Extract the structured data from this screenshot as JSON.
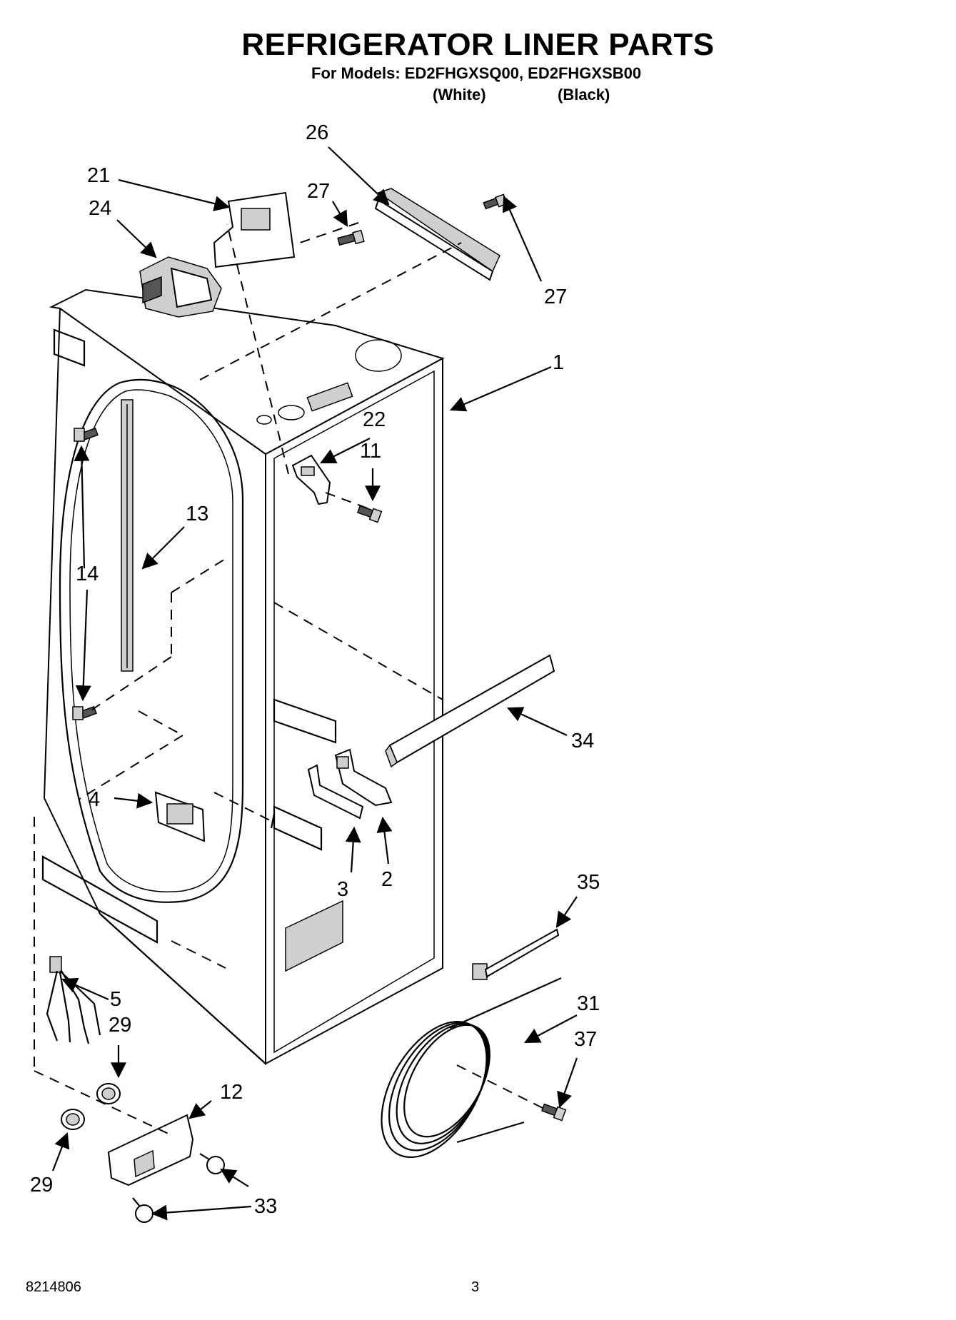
{
  "header": {
    "title": "REFRIGERATOR LINER PARTS",
    "models_line": "For Models: ED2FHGXSQ00, ED2FHGXSB00",
    "color_1": "(White)",
    "color_2": "(Black)"
  },
  "footer": {
    "doc_number": "8214806",
    "page_number": "3"
  },
  "callouts": [
    {
      "id": "c26",
      "label": "26"
    },
    {
      "id": "c21",
      "label": "21"
    },
    {
      "id": "c27a",
      "label": "27"
    },
    {
      "id": "c24",
      "label": "24"
    },
    {
      "id": "c27b",
      "label": "27"
    },
    {
      "id": "c1",
      "label": "1"
    },
    {
      "id": "c22",
      "label": "22"
    },
    {
      "id": "c11",
      "label": "11"
    },
    {
      "id": "c13",
      "label": "13"
    },
    {
      "id": "c14",
      "label": "14"
    },
    {
      "id": "c34",
      "label": "34"
    },
    {
      "id": "c4",
      "label": "4"
    },
    {
      "id": "c3",
      "label": "3"
    },
    {
      "id": "c2",
      "label": "2"
    },
    {
      "id": "c35",
      "label": "35"
    },
    {
      "id": "c5",
      "label": "5"
    },
    {
      "id": "c31",
      "label": "31"
    },
    {
      "id": "c29a",
      "label": "29"
    },
    {
      "id": "c37",
      "label": "37"
    },
    {
      "id": "c12",
      "label": "12"
    },
    {
      "id": "c29b",
      "label": "29"
    },
    {
      "id": "c33",
      "label": "33"
    }
  ]
}
